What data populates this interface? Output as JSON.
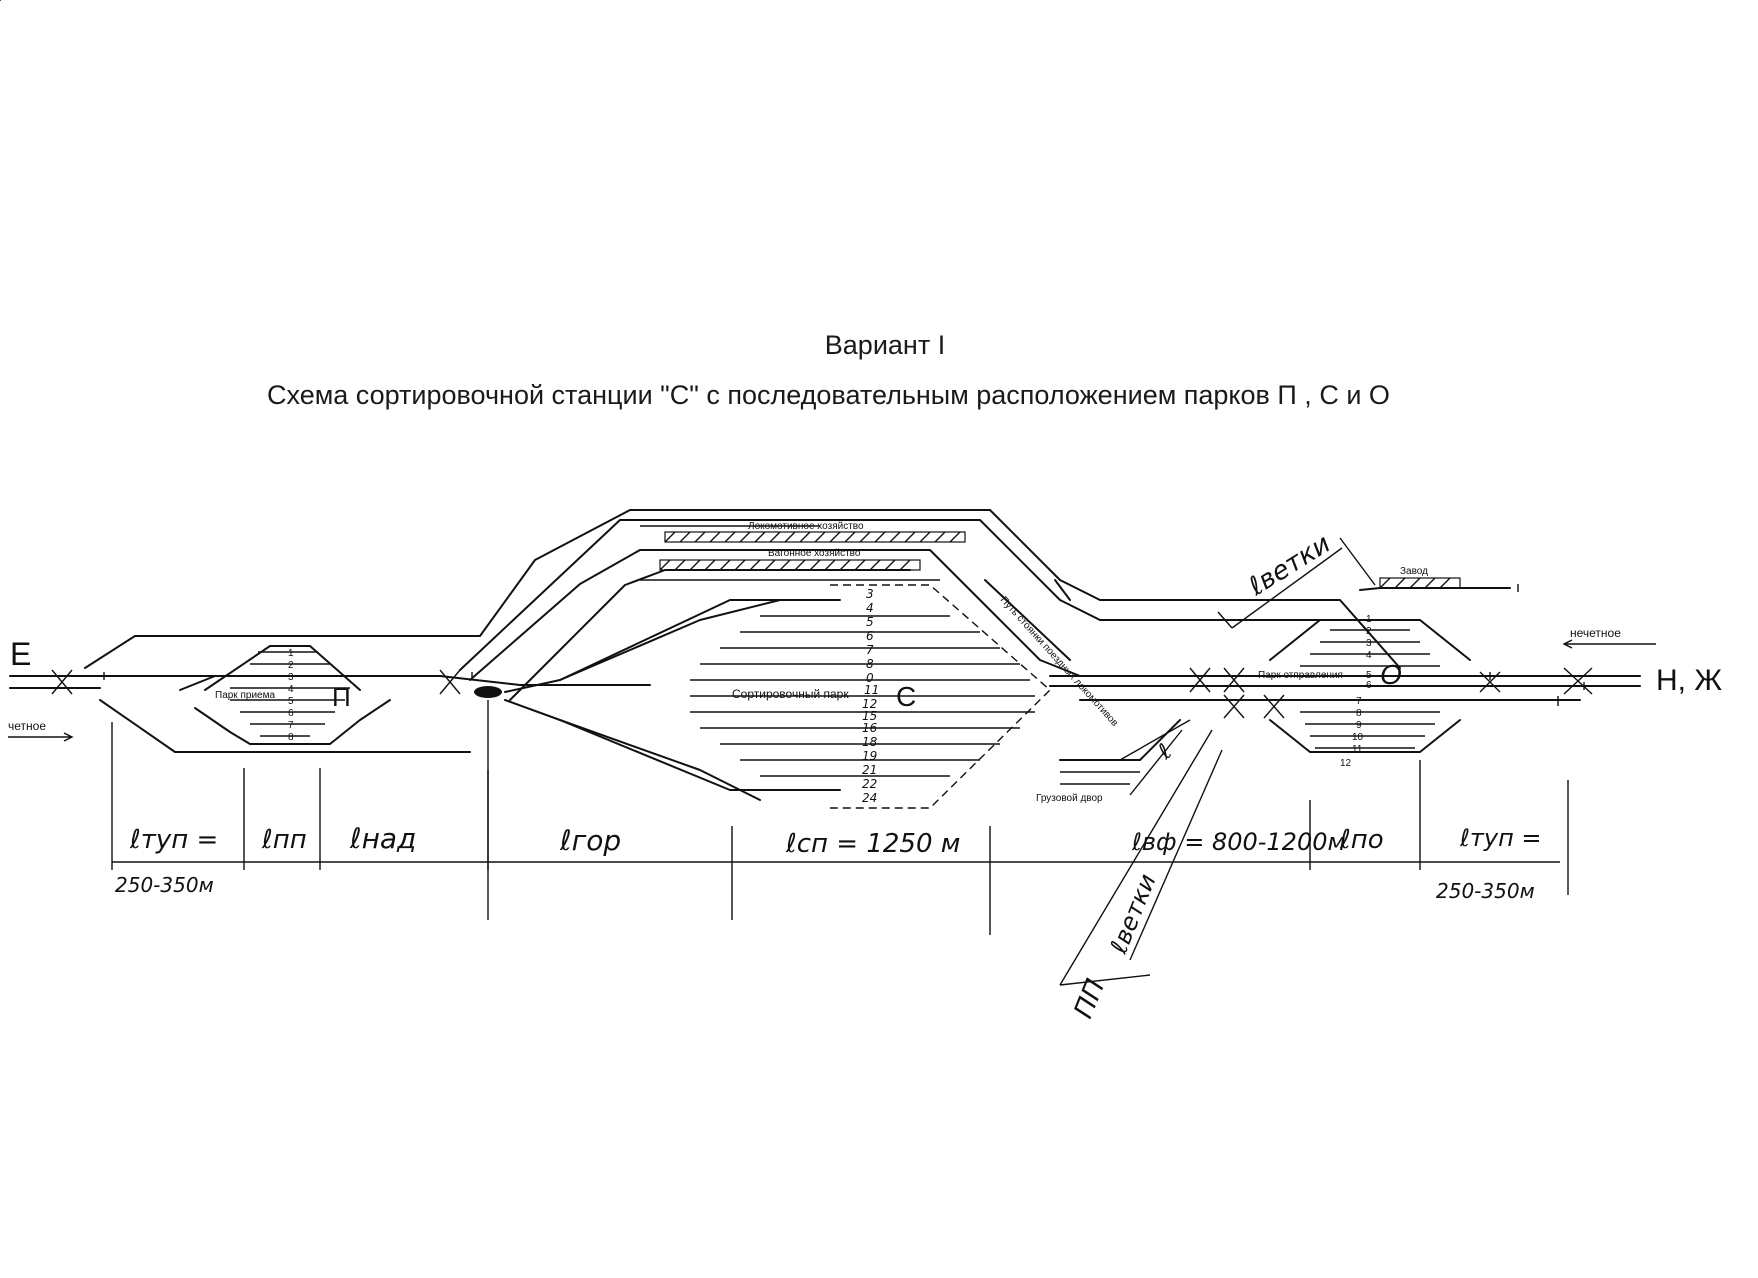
{
  "header": {
    "variant": "Вариант I",
    "title": "Схема сортировочной станции \"С\" с последовательным расположением парков П , С и О"
  },
  "directions": {
    "left_station": "Е",
    "right_station": "Н, Ж",
    "even": "четное",
    "odd": "нечетное"
  },
  "facilities": {
    "loco": "Локомотивное хозяйство",
    "wagon": "Вагонное хозяйство",
    "factory": "Завод",
    "freight_yard": "Грузовой двор",
    "loco_track": "Путь стоянки поездных локомотивов"
  },
  "parks": {
    "receiving": {
      "label": "Парк приема",
      "letter": "П",
      "tracks": [
        "1",
        "2",
        "3",
        "4",
        "5",
        "6",
        "7",
        "8"
      ]
    },
    "sorting": {
      "label": "Сортировочный парк",
      "letter": "С",
      "tracks": [
        "3",
        "4",
        "5",
        "6",
        "7",
        "8",
        "0",
        "11",
        "12",
        "15",
        "16",
        "18",
        "19",
        "21",
        "22",
        "24"
      ]
    },
    "departure": {
      "label": "Парк отправления",
      "letter": "О",
      "tracks": [
        "1",
        "2",
        "3",
        "4",
        "5",
        "6",
        "7",
        "8",
        "9",
        "10",
        "11",
        "12"
      ]
    }
  },
  "dimensions": {
    "l_tup_left": "ℓтуп =",
    "l_tup_left_val": "250-350м",
    "l_pp": "ℓпп",
    "l_nad": "ℓнад",
    "l_gor": "ℓгор",
    "l_sp": "ℓсп = 1250 м",
    "l_vf": "ℓвф = 800-1200м",
    "l_po": "ℓпо",
    "l_tup_right": "ℓтуп =",
    "l_tup_right_val": "250-350м",
    "l_vetki_top": "ℓветки",
    "l_vetki_bottom": "ℓветки",
    "l_small": "ℓ",
    "pp": "ПП"
  }
}
